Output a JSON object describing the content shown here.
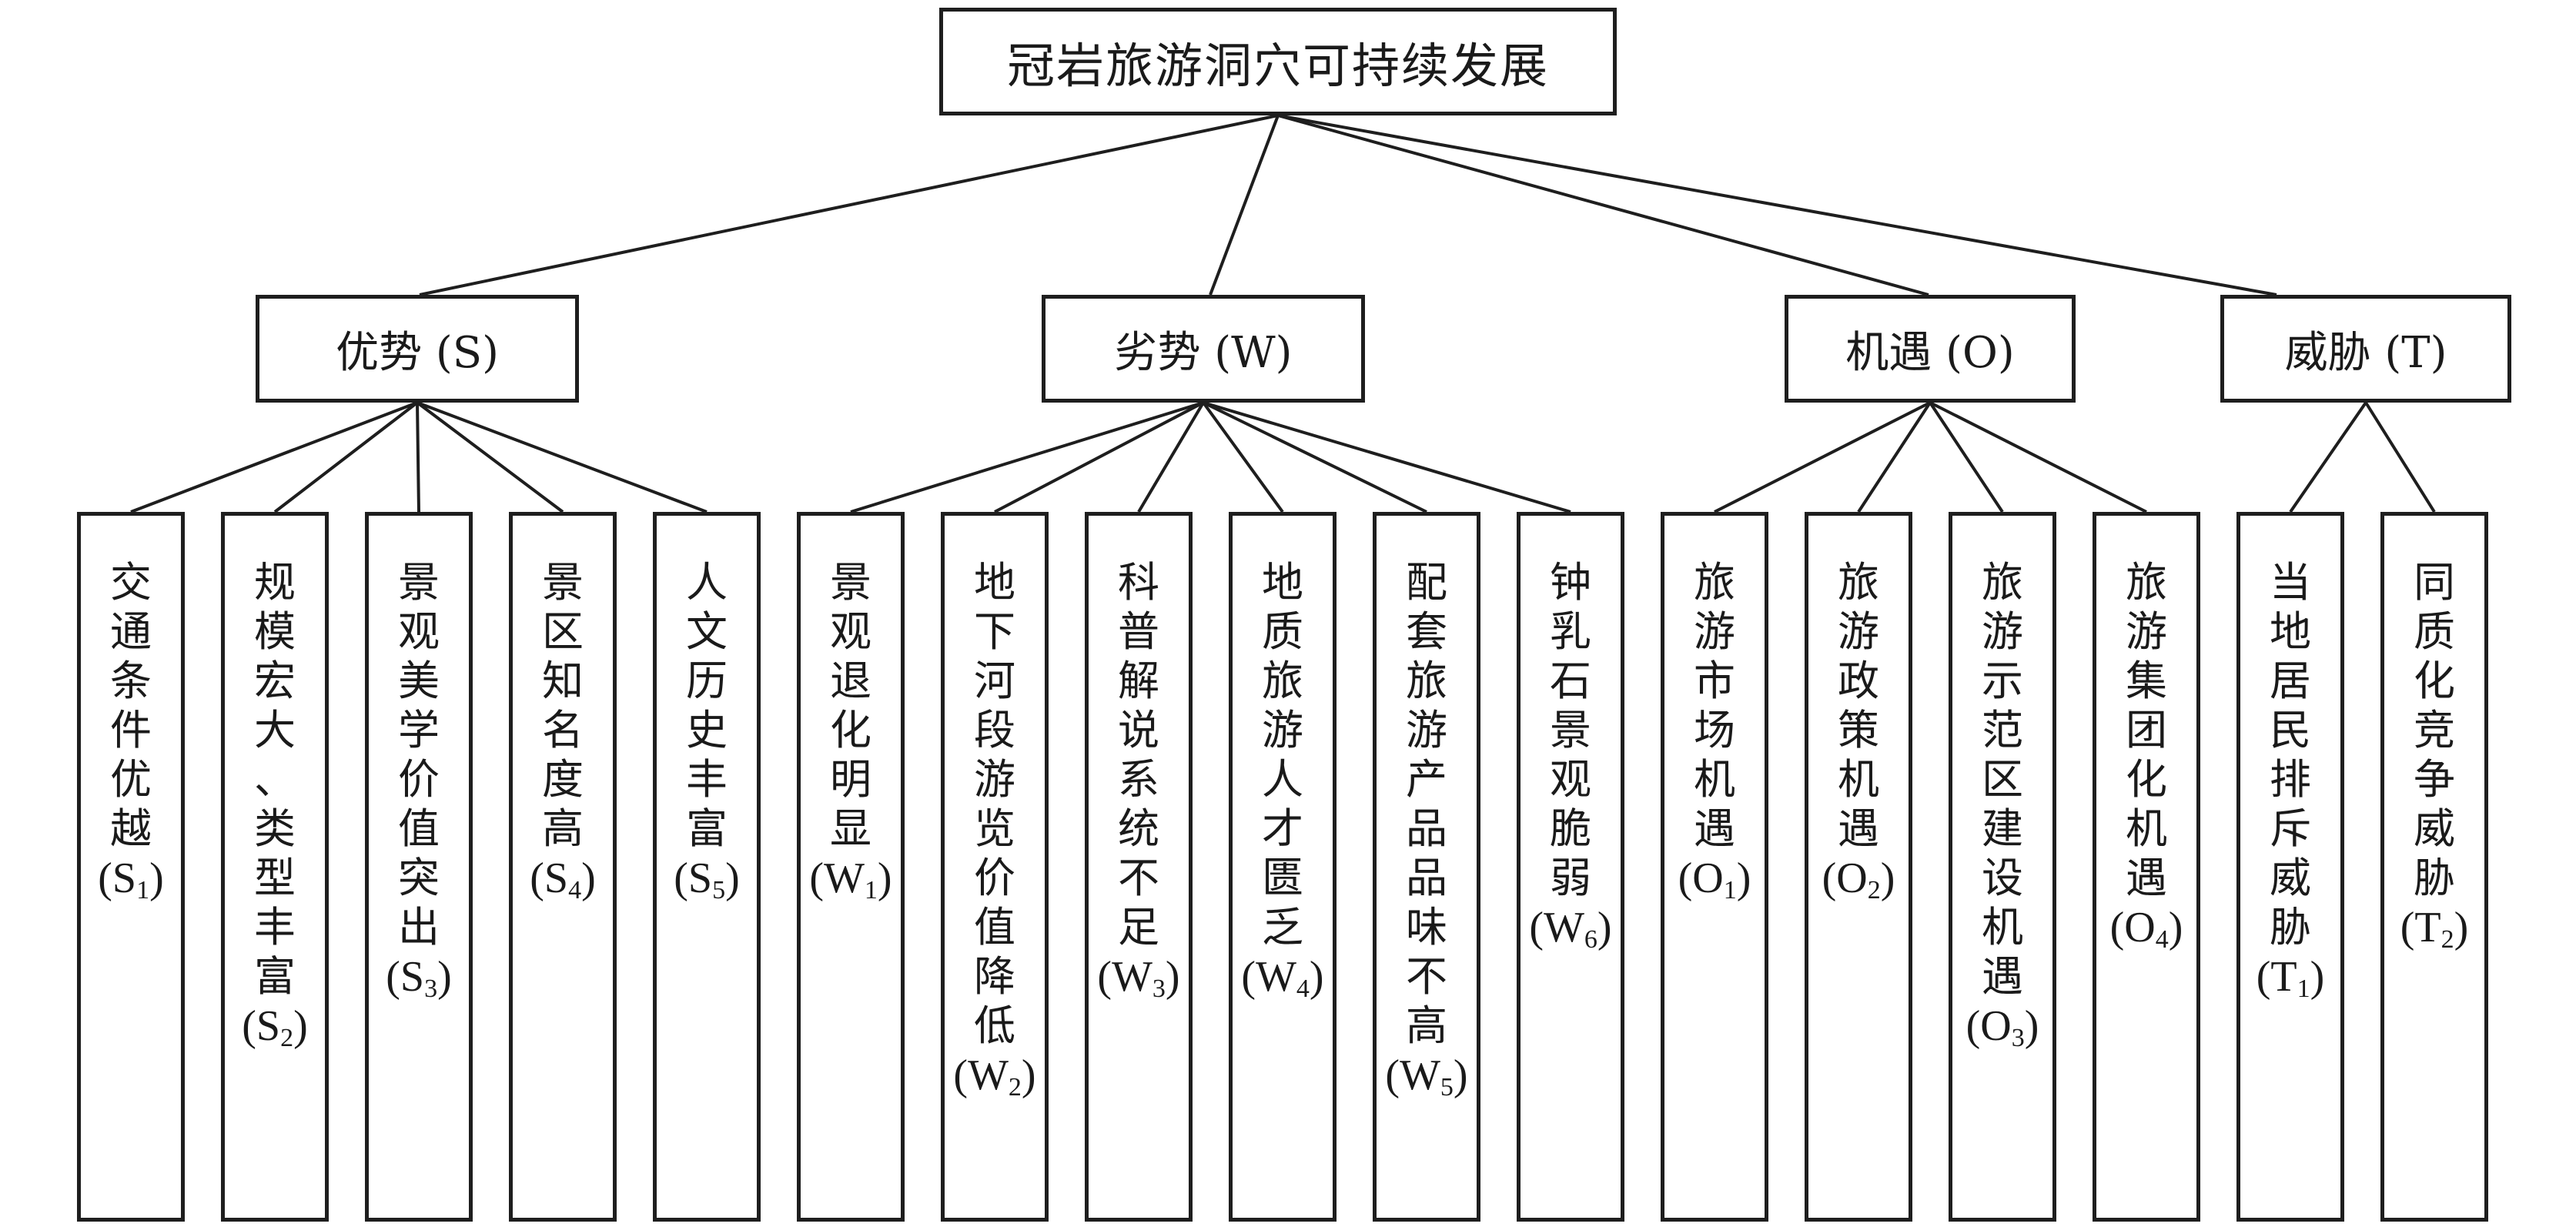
{
  "root": {
    "label": "冠岩旅游洞穴可持续发展"
  },
  "categories": [
    {
      "key": "S",
      "label": "优势 (S)",
      "items": [
        {
          "text": "交通条件优越",
          "code_letter": "S",
          "code_sub": "1"
        },
        {
          "text": "规模宏大、类型丰富",
          "code_letter": "S",
          "code_sub": "2"
        },
        {
          "text": "景观美学价值突出",
          "code_letter": "S",
          "code_sub": "3"
        },
        {
          "text": "景区知名度高",
          "code_letter": "S",
          "code_sub": "4"
        },
        {
          "text": "人文历史丰富",
          "code_letter": "S",
          "code_sub": "5"
        }
      ]
    },
    {
      "key": "W",
      "label": "劣势 (W)",
      "items": [
        {
          "text": "景观退化明显",
          "code_letter": "W",
          "code_sub": "1"
        },
        {
          "text": "地下河段游览价值降低",
          "code_letter": "W",
          "code_sub": "2"
        },
        {
          "text": "科普解说系统不足",
          "code_letter": "W",
          "code_sub": "3"
        },
        {
          "text": "地质旅游人才匮乏",
          "code_letter": "W",
          "code_sub": "4"
        },
        {
          "text": "配套旅游产品品味不高",
          "code_letter": "W",
          "code_sub": "5"
        },
        {
          "text": "钟乳石景观脆弱",
          "code_letter": "W",
          "code_sub": "6"
        }
      ]
    },
    {
      "key": "O",
      "label": "机遇 (O)",
      "items": [
        {
          "text": "旅游市场机遇",
          "code_letter": "O",
          "code_sub": "1"
        },
        {
          "text": "旅游政策机遇",
          "code_letter": "O",
          "code_sub": "2"
        },
        {
          "text": "旅游示范区建设机遇",
          "code_letter": "O",
          "code_sub": "3"
        },
        {
          "text": "旅游集团化机遇",
          "code_letter": "O",
          "code_sub": "4"
        }
      ]
    },
    {
      "key": "T",
      "label": "威胁 (T)",
      "items": [
        {
          "text": "当地居民排斥威胁",
          "code_letter": "T",
          "code_sub": "1"
        },
        {
          "text": "同质化竞争威胁",
          "code_letter": "T",
          "code_sub": "2"
        }
      ]
    }
  ]
}
